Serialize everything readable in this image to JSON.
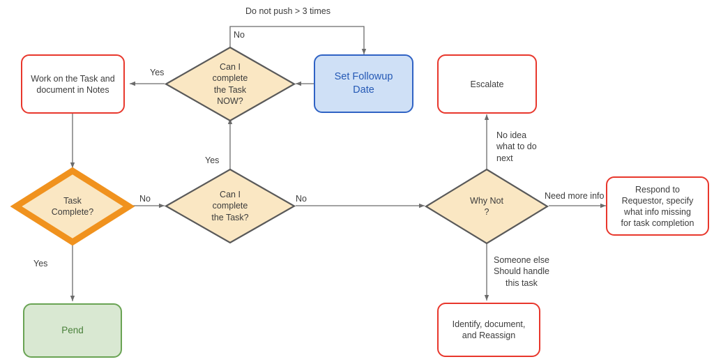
{
  "diagram": {
    "type": "flowchart",
    "title_note": "Do not push > 3 times",
    "colors": {
      "decision_fill": "#fae7c3",
      "decision_stroke": "#595959",
      "highlight_stroke": "#f0921e",
      "terminator_red": "#e8372c",
      "process_blue_fill": "#cfe0f6",
      "process_blue_stroke": "#2f62c4",
      "process_blue_text": "#2559b5",
      "end_green_fill": "#d9e8d2",
      "end_green_stroke": "#69a353",
      "end_green_text": "#49803a",
      "edge_stroke": "#6b6b6b",
      "text": "#3c3c3c"
    },
    "nodes": {
      "work_on_task": "Work on the Task and document in Notes",
      "can_complete_now": "Can I\ncomplete\nthe Task\nNOW?",
      "set_followup_date": "Set Followup\nDate",
      "escalate": "Escalate",
      "task_complete": "Task\nComplete?",
      "can_complete": "Can I\ncomplete\nthe Task?",
      "why_not": "Why Not\n?",
      "respond_to_requestor": "Respond to\nRequestor, specify\nwhat info missing\nfor task completion",
      "pend": "Pend",
      "identify_reassign": "Identify, document,\nand Reassign"
    },
    "edge_labels": {
      "do_not_push": "Do not push > 3 times",
      "no_top": "No",
      "yes_top": "Yes",
      "yes_mid": "Yes",
      "no_task_complete": "No",
      "no_can_complete": "No",
      "yes_pend": "Yes",
      "no_idea": "No idea\nwhat to do\nnext",
      "need_more_info": "Need more info",
      "someone_else": "Someone else\nShould handle\nthis task"
    }
  }
}
